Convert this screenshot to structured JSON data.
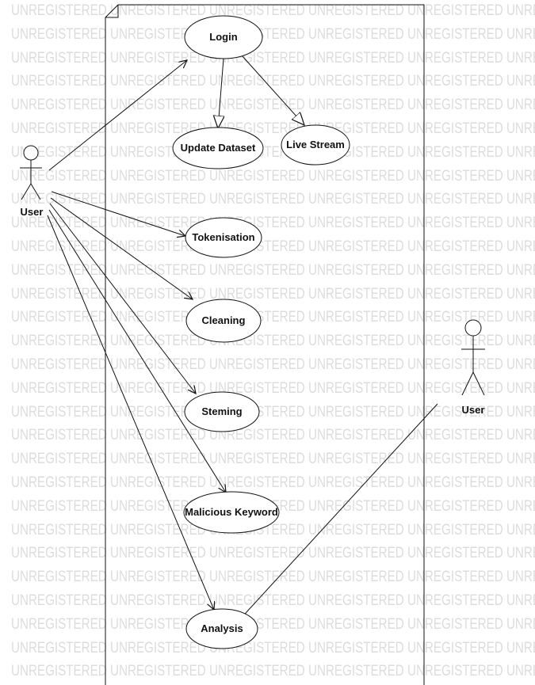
{
  "watermark": {
    "text": "UNREGISTERED"
  },
  "actors": [
    {
      "id": "user-left",
      "label": "User"
    },
    {
      "id": "user-right",
      "label": "User"
    }
  ],
  "use_cases": [
    {
      "id": "login",
      "label": "Login"
    },
    {
      "id": "update-dataset",
      "label": "Update Dataset"
    },
    {
      "id": "live-stream",
      "label": "Live Stream"
    },
    {
      "id": "tokenisation",
      "label": "Tokenisation"
    },
    {
      "id": "cleaning",
      "label": "Cleaning"
    },
    {
      "id": "steming",
      "label": "Steming"
    },
    {
      "id": "malicious-keyword",
      "label": "Malicious Keyword"
    },
    {
      "id": "analysis",
      "label": "Analysis"
    }
  ],
  "colors": {
    "line": "#111111",
    "watermark": "#dcdcdc",
    "background": "#ffffff"
  }
}
